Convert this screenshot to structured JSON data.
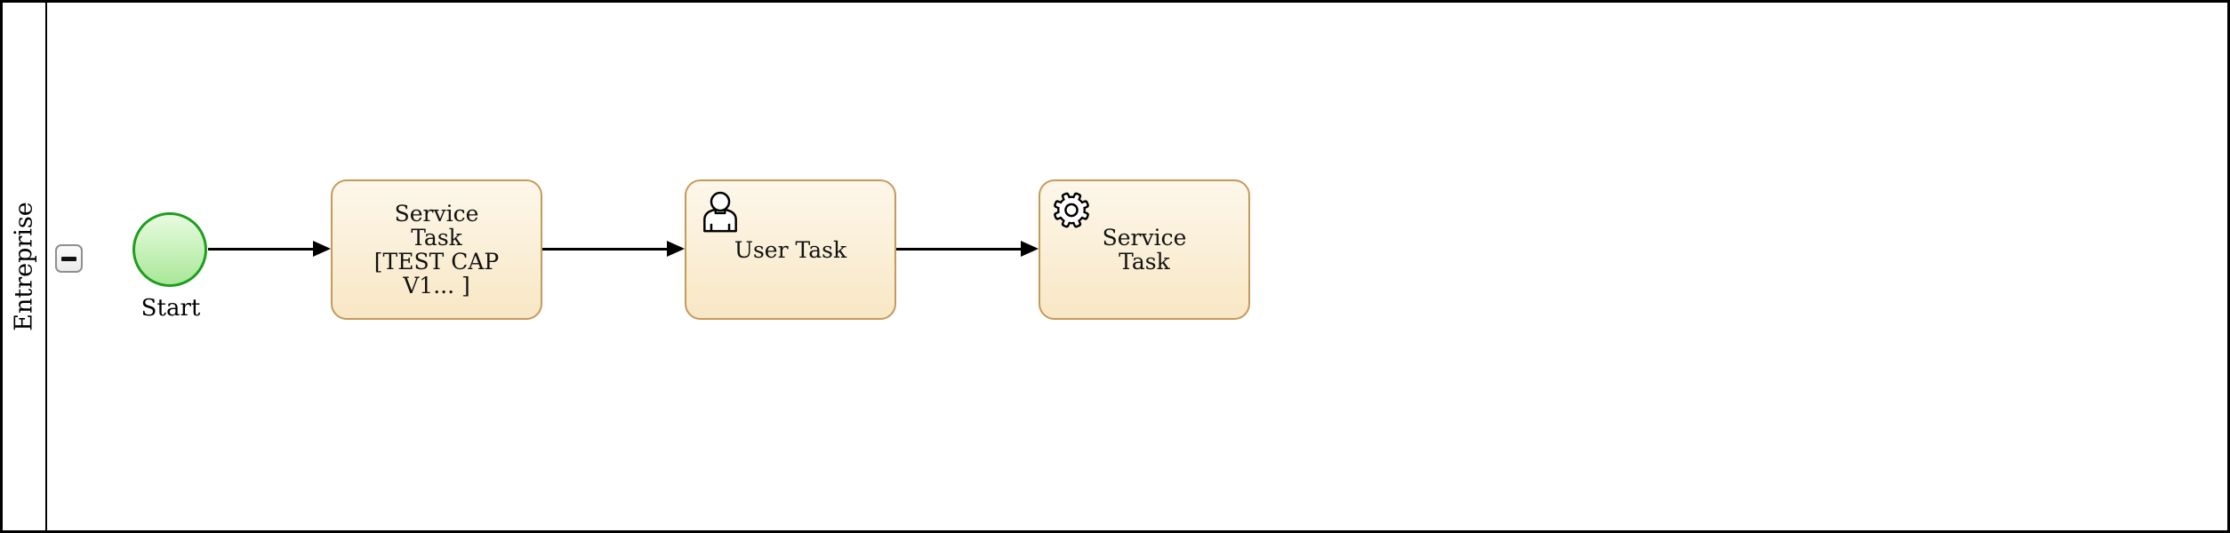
{
  "diagram": {
    "pool": {
      "name": "Entreprise"
    },
    "collapse_button": {
      "icon": "minus"
    },
    "start_event": {
      "label": "Start"
    },
    "tasks": [
      {
        "id": "service-task-1",
        "icon": "none",
        "label": "Service\nTask\n[TEST CAP\nV1... ]"
      },
      {
        "id": "user-task",
        "icon": "person",
        "label": "User Task"
      },
      {
        "id": "service-task-2",
        "icon": "gear",
        "label": "Service\nTask"
      }
    ],
    "flows": [
      {
        "from": "start-event",
        "to": "service-task-1"
      },
      {
        "from": "service-task-1",
        "to": "user-task"
      },
      {
        "from": "user-task",
        "to": "service-task-2"
      }
    ]
  },
  "colors": {
    "task_border": "#c49a5a",
    "task_fill_top": "#fdf7ea",
    "task_fill_bottom": "#f8e7c5",
    "start_border": "#1f9d1f",
    "start_fill_top": "#e8fbe0",
    "start_fill_bottom": "#a9e798",
    "pool_border": "#000000"
  }
}
